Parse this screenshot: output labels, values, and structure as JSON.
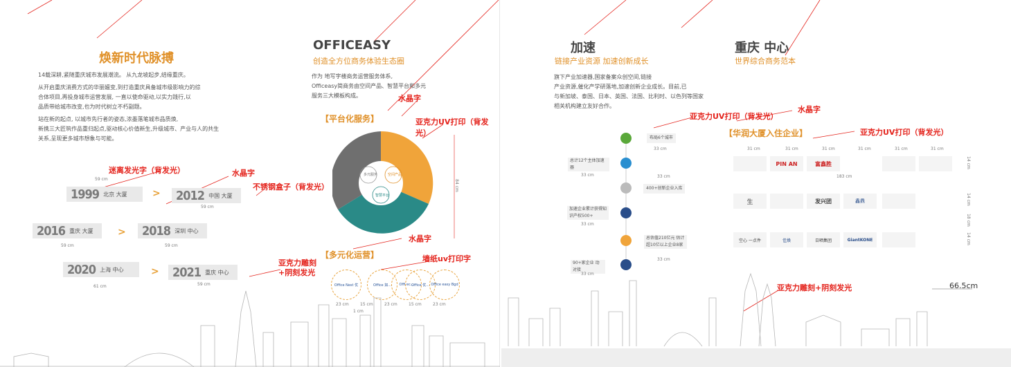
{
  "left": {
    "title": "焕新时代脉搏",
    "intro": [
      "14载深耕,紧随重庆城市发展潮流。 从九龙坡起步,结缘重庆。",
      "从开启重庆消费方式的华丽嬗变,到打造重庆具备城市级影响力的综",
      "合体项目,再投身城市运营发展, 一直以使命驱动,以实力践行,以",
      "品质带给城市改变,也为时代树立不朽副题。",
      "站在新的起点, 以城市先行者的姿态,浓墨落笔城市品质焕,",
      "新携三大匠筑作品重归起点,驱动核心价值新生,升级城市、产业与人的共生",
      "关系,呈现更多城市想象与可能。"
    ],
    "officeasy": {
      "title": "OFFICEASY",
      "subtitle": "创造全方位商务体验生态圈",
      "body": [
        "作为 地写字楼商务运营服务体系,",
        "Officeasy简商务由空间产品、智慧平台和多元",
        "服务三大模板构成。"
      ]
    },
    "platform_tag": "【平台化服务】",
    "diverse_tag": "【多元化运营】",
    "labels": {
      "crystal1": "水晶字",
      "uv1": "亚克力UV打印（背发光）",
      "mystery": "迷离发光字（背发光）",
      "crystal2": "水晶字",
      "steel": "不锈钢盒子（背发光）",
      "crystal3": "水晶字",
      "wallpaper": "墙纸uv打印字",
      "acrylic": "亚克力雕刻",
      "acrylic2": "+阴刻发光"
    },
    "pie": {
      "s1": "空间产品",
      "s2": "多元服务",
      "s3": "智慧平台"
    },
    "timeline": [
      {
        "year": "1999",
        "text": "北京 大厦",
        "dim": "59 cm"
      },
      {
        "year": "2012",
        "text": "中国 大厦",
        "dim": "59 cm"
      },
      {
        "year": "2016",
        "text": "重庆 大厦",
        "dim": "59 cm"
      },
      {
        "year": "2018",
        "text": "深圳 中心",
        "dim": "59 cm"
      },
      {
        "year": "2020",
        "text": "上海 中心",
        "dim": "61 cm"
      },
      {
        "year": "2021",
        "text": "重庆 中心",
        "dim": "59 cm"
      }
    ],
    "dims": {
      "h84": "84 cm",
      "w23a": "23 cm",
      "w15a": "15 cm",
      "w23b": "23 cm",
      "w15b": "15 cm",
      "w23c": "23 cm",
      "w1": "1 cm"
    },
    "office_circles": [
      "Office Nest 优",
      "Office 如...",
      "Offi ec...",
      "Office 优...",
      "Office easy Bgd"
    ]
  },
  "right": {
    "accel_title": "加速",
    "accel_sub": "链接产业资源 加速创新成长",
    "accel_body": [
      "旗下产业加速器,国家备案众创空间,链接",
      "产业资源,催化产学研落地,加速创新企业成长。目前,已",
      "与新加坡、泰国、日本、英国、法国、比利时、以色列等国家",
      "相关机构建立友好合作。"
    ],
    "center_title": "重庆 中心",
    "center_sub": "世界综合商务范本",
    "labels": {
      "uv": "亚克力UV打印（背发光）",
      "crystal": "水晶字",
      "uv2": "亚克力UV打印（背发光）",
      "acrylic": "亚克力雕刻+阴刻发光"
    },
    "tag": "【华润大厦入住企业】",
    "stats": [
      {
        "text": "布局6个城市",
        "dim": "33 cm"
      },
      {
        "text": "总计12个主体加速器",
        "dim": "33 cm"
      },
      {
        "text": "400+创新企业入库",
        "dim": "33 cm"
      },
      {
        "text": "加速企业累计获得知识产权500+",
        "dim": "33 cm"
      },
      {
        "text": "总估值210亿元 估计超10亿以上企业8家",
        "dim": "33 cm"
      },
      {
        "text": "90+家企业 动对接",
        "dim": "33 cm"
      }
    ],
    "logos": [
      [
        "",
        "PIN AN",
        "富鑫胜",
        "",
        ""
      ],
      [
        "生",
        "",
        "发兴团",
        "鑫鼎",
        ""
      ],
      [
        "空心 一点件",
        "佳焕",
        "日晒集团",
        "GiantKONE",
        ""
      ]
    ],
    "dims": {
      "w31": "31 cm",
      "w183": "183 cm",
      "h14": "14 cm",
      "h18": "18 cm",
      "big": "66.5cm"
    }
  },
  "colors": {
    "orange": "#e0912a",
    "red": "#e4231c",
    "teal": "#2a8a87",
    "gray": "#6f6f6f",
    "navy": "#2a4e8a"
  }
}
